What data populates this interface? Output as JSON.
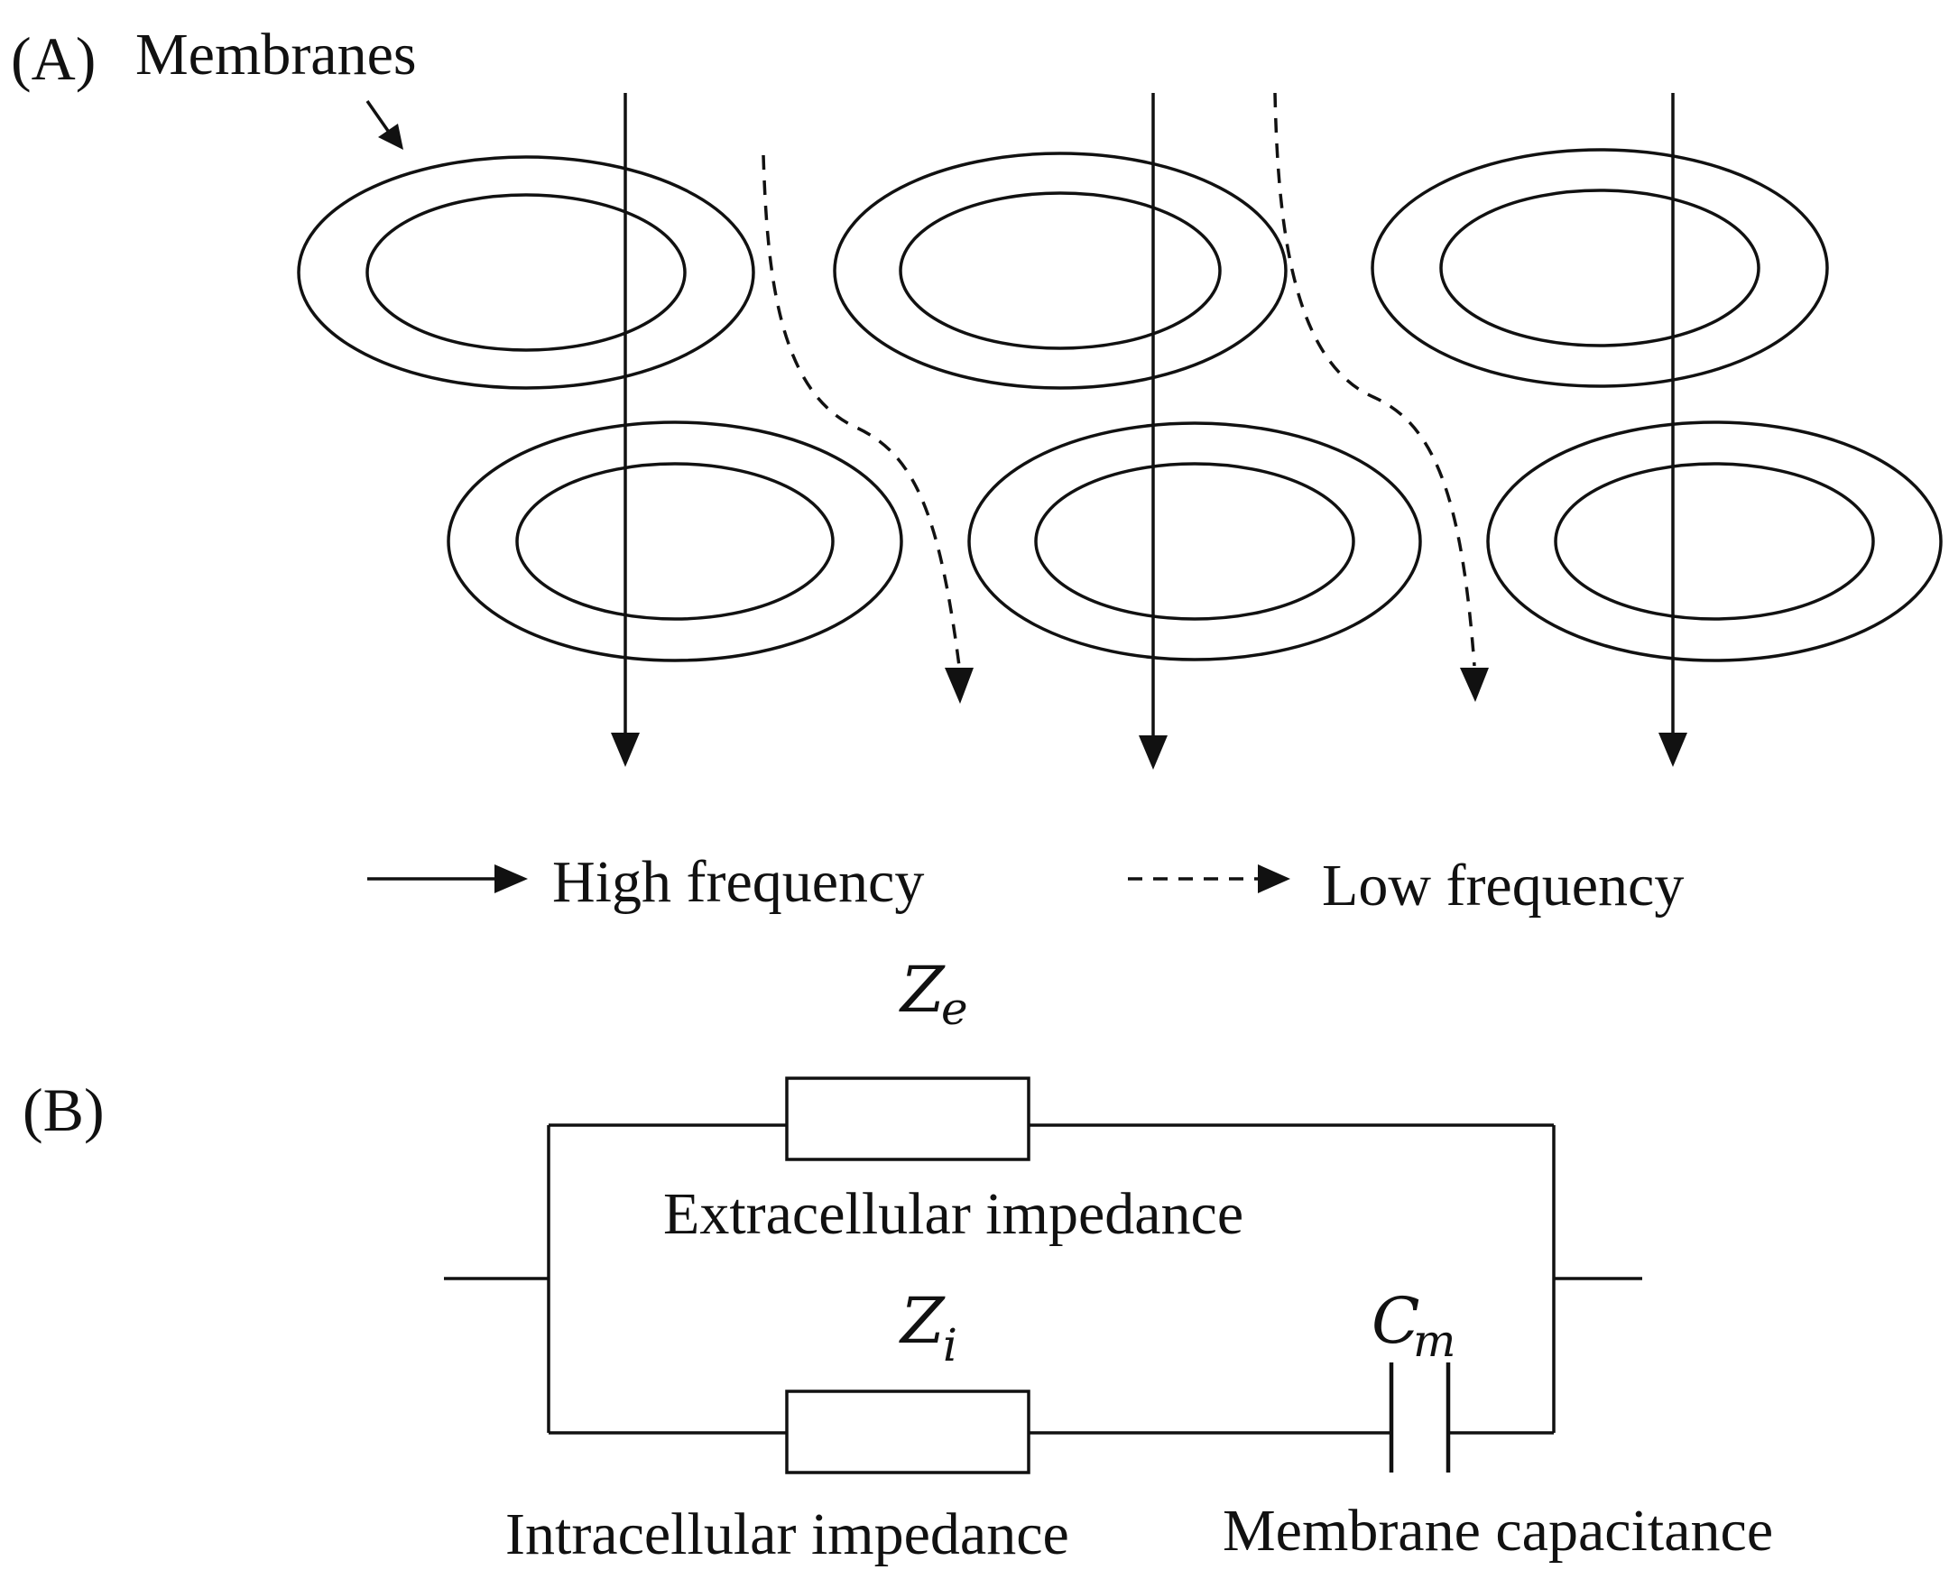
{
  "panel_a": {
    "label": "(A)",
    "membranes_label": "Membranes"
  },
  "legend": {
    "high_frequency": "High frequency",
    "low_frequency": "Low frequency"
  },
  "panel_b": {
    "label": "(B)",
    "ze_symbol": "Z",
    "ze_sub": "e",
    "zi_symbol": "Z",
    "zi_sub": "i",
    "cm_symbol": "C",
    "cm_sub": "m",
    "extracellular_label": "Extracellular impedance",
    "intracellular_label": "Intracellular impedance",
    "capacitance_label": "Membrane capacitance"
  }
}
